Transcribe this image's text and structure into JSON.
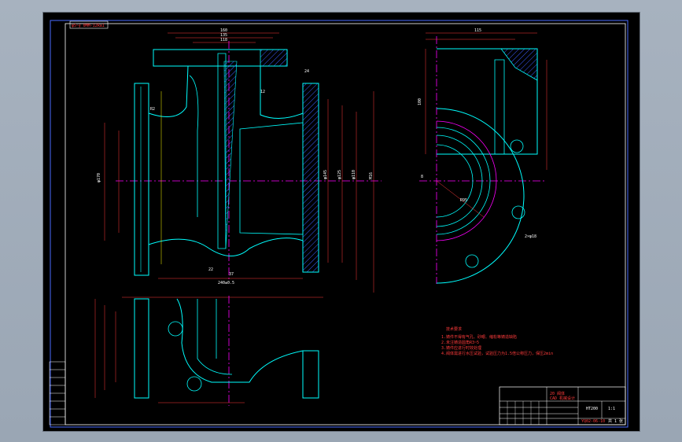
{
  "drawing": {
    "corner_tag": "φ5~∮ 0MM-12Ra1",
    "tech_notes_title": "技术要求",
    "tech_notes": [
      "1.铸件不得有气孔、砂眼、缩松等铸造缺陷",
      "2.未注铸造圆角R3~5",
      "3.铸件应进行时效处理",
      "4.阀体需进行水压试验，试验压力为1.5倍公称压力，保压2min"
    ],
    "title_block": {
      "part_name": "20 阀体",
      "part_sub": "CAD 机械设计",
      "drawing_no": "YQ02-06-10",
      "scale": "1:1",
      "material": "HT200",
      "sheet": "共 1 张"
    },
    "dims_front": [
      "160",
      "135",
      "118",
      "24",
      "12",
      "R2",
      "φ170",
      "φ145",
      "φ125",
      "φ110",
      "M16",
      "22",
      "37",
      "240±0.5"
    ],
    "dims_side": [
      "115",
      "100",
      "R95",
      "8",
      "2×φ18"
    ]
  },
  "colors": {
    "outline": "#00ffff",
    "dimension": "#ff3b3b",
    "center": "#ff00ff",
    "hatch": "#3b5bff",
    "hidden": "#ffff00",
    "frame": "#ffffff"
  }
}
